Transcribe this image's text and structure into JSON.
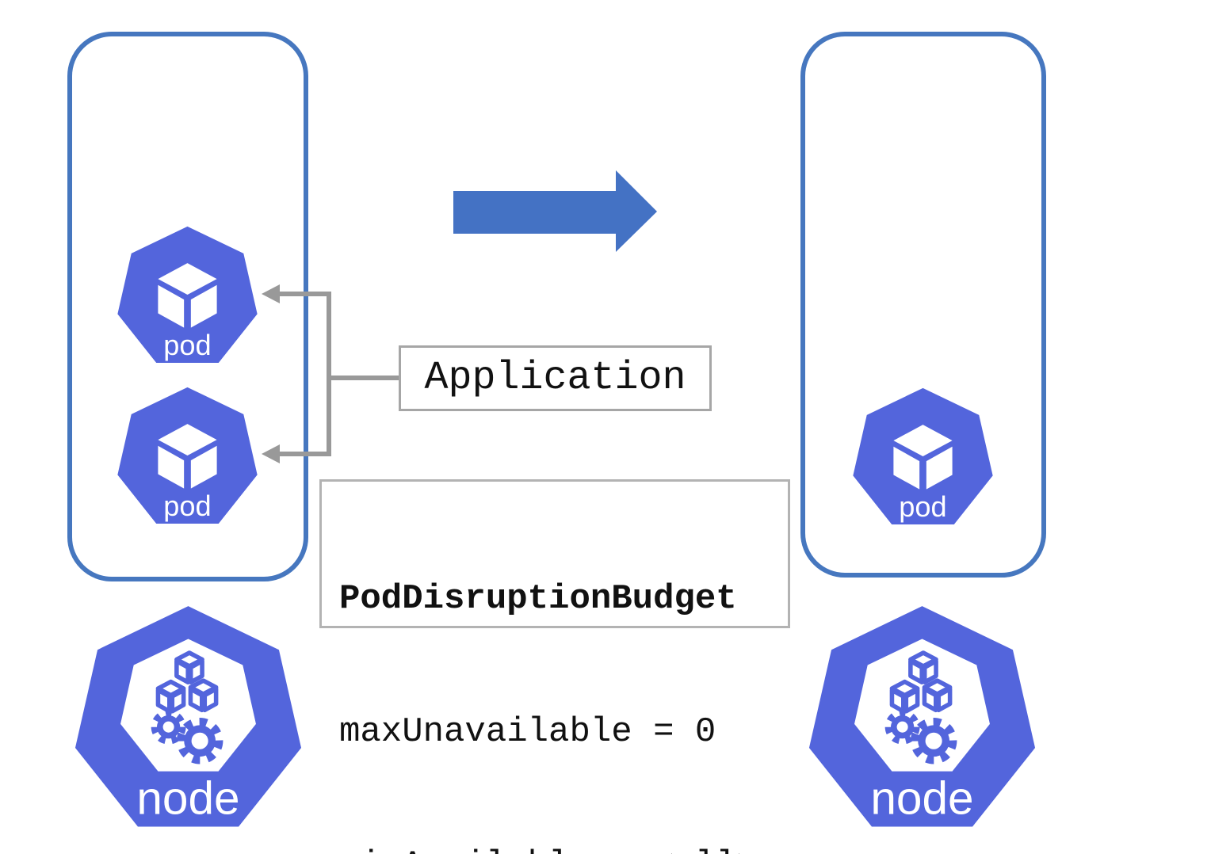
{
  "labels": {
    "pod": "pod",
    "node": "node"
  },
  "application_box": {
    "label": "Application"
  },
  "pdb_box": {
    "title": "PodDisruptionBudget",
    "line1": "maxUnavailable = 0",
    "line2": "minAvailable = <all>"
  },
  "colors": {
    "kubernetes_icon_blue": "#5365DC",
    "boundary_border_blue": "#4677BF",
    "arrow_blue": "#4472C4",
    "connector_gray": "#999999",
    "application_box_border": "#A6A6A6",
    "pdb_box_border": "#B3B3B3",
    "text_black": "#111111",
    "icon_text_white": "#FFFFFF"
  }
}
